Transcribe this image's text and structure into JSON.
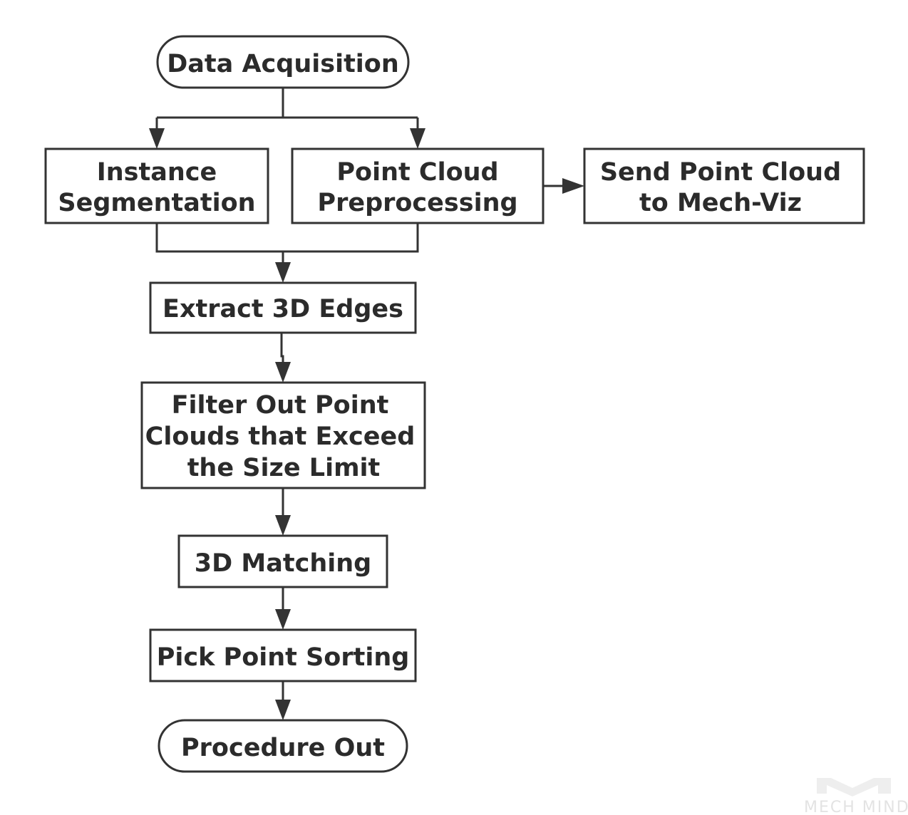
{
  "nodes": {
    "data_acquisition": {
      "lines": [
        "Data Acquisition"
      ]
    },
    "instance_segmentation": {
      "lines": [
        "Instance",
        "Segmentation"
      ]
    },
    "point_cloud_preprocessing": {
      "lines": [
        "Point Cloud",
        "Preprocessing"
      ]
    },
    "send_point_cloud": {
      "lines": [
        "Send Point Cloud",
        "to Mech-Viz"
      ]
    },
    "extract_3d_edges": {
      "lines": [
        "Extract 3D Edges"
      ]
    },
    "filter_out": {
      "lines": [
        "Filter Out Point",
        "Clouds that Exceed",
        "the Size Limit"
      ]
    },
    "matching_3d": {
      "lines": [
        "3D Matching"
      ]
    },
    "pick_point_sorting": {
      "lines": [
        "Pick Point Sorting"
      ]
    },
    "procedure_out": {
      "lines": [
        "Procedure Out"
      ]
    }
  },
  "watermark": {
    "text": "MECH MIND"
  },
  "colors": {
    "stroke": "#333333",
    "text": "#2b2b2b",
    "background": "#ffffff"
  }
}
